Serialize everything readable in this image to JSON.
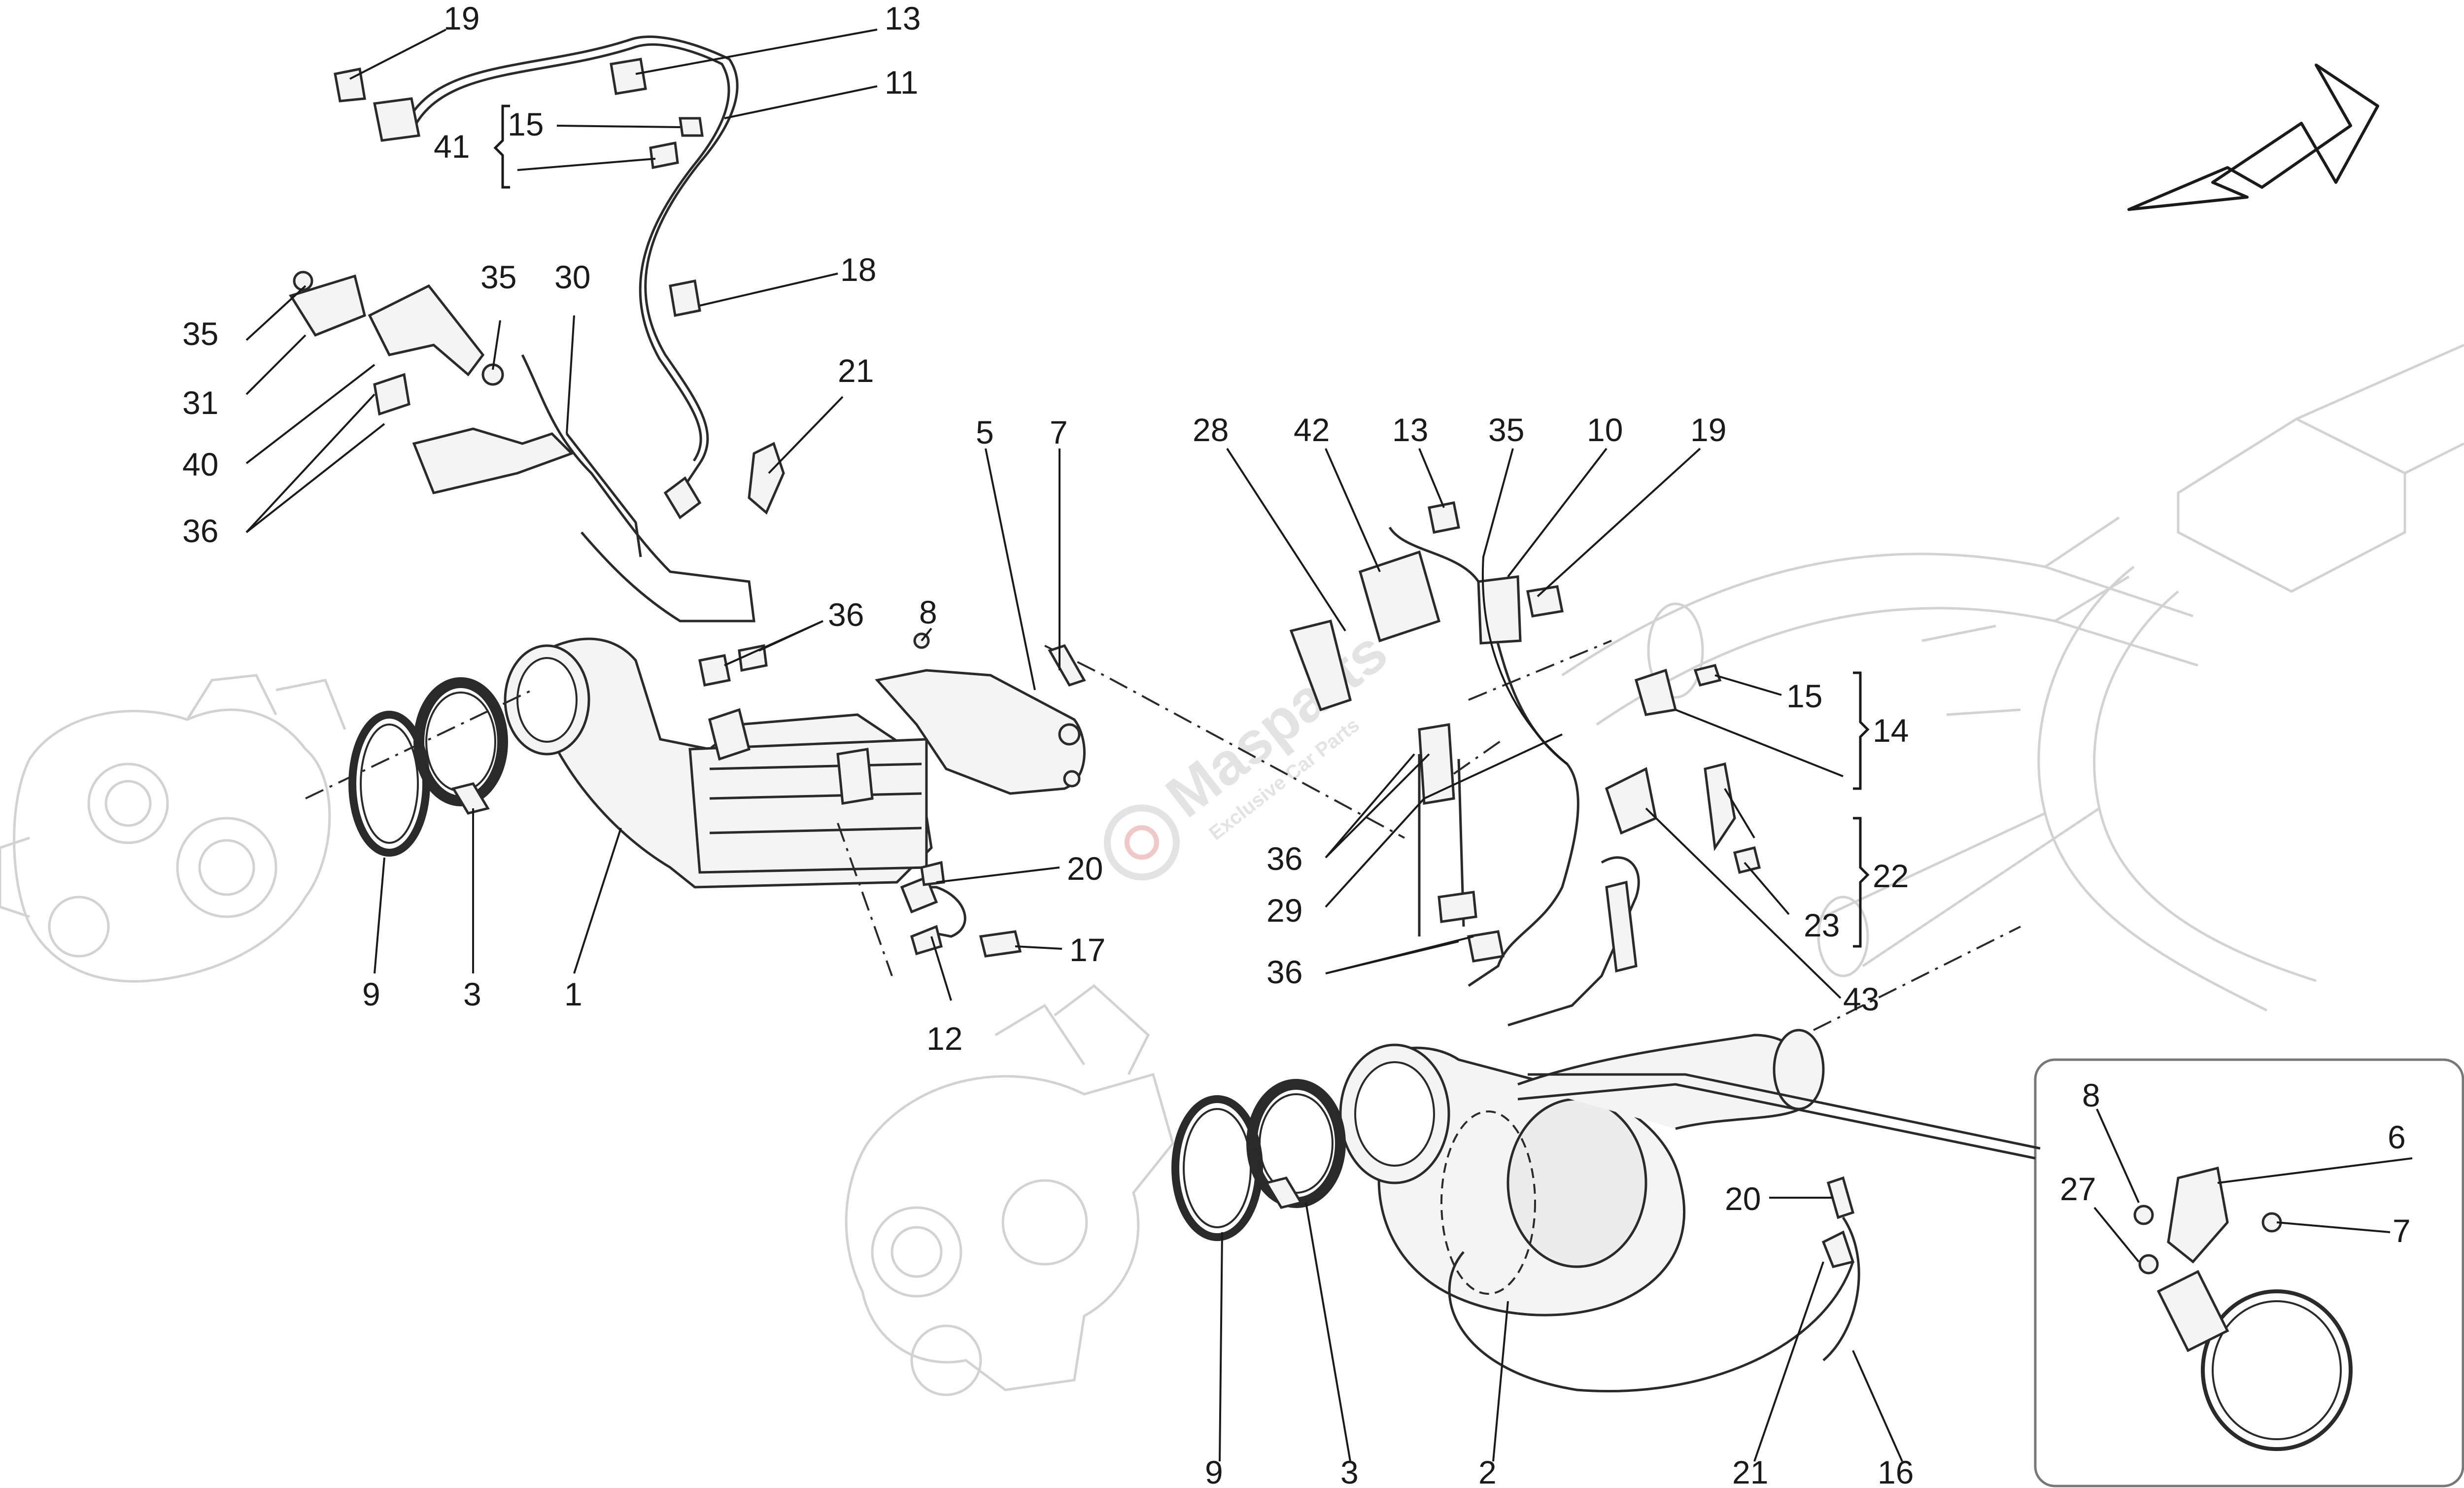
{
  "watermark": {
    "title": "Masparts",
    "subtitle": "Exclusive Car Parts"
  },
  "callouts": {
    "c19_top": "19",
    "c13_top": "13",
    "c11": "11",
    "c15_top": "15",
    "c41": "41",
    "c35_left": "35",
    "c35_mid": "35",
    "c30": "30",
    "c18": "18",
    "c31": "31",
    "c21_top": "21",
    "c40": "40",
    "c36_left": "36",
    "c5": "5",
    "c7_mid": "7",
    "c36_cat": "36",
    "c8_mid": "8",
    "c9_left": "9",
    "c3_left": "3",
    "c1": "1",
    "c20_mid": "20",
    "c17": "17",
    "c12": "12",
    "c28": "28",
    "c42": "42",
    "c13_right": "13",
    "c35_right": "35",
    "c10": "10",
    "c19_right": "19",
    "c15_right": "15",
    "c14": "14",
    "c36_r1": "36",
    "c29": "29",
    "c36_r2": "36",
    "c22": "22",
    "c23": "23",
    "c43": "43",
    "c20_low": "20",
    "c9_low": "9",
    "c3_low": "3",
    "c2": "2",
    "c21_low": "21",
    "c16": "16",
    "c8_inset": "8",
    "c6": "6",
    "c27": "27",
    "c7_inset": "7"
  }
}
